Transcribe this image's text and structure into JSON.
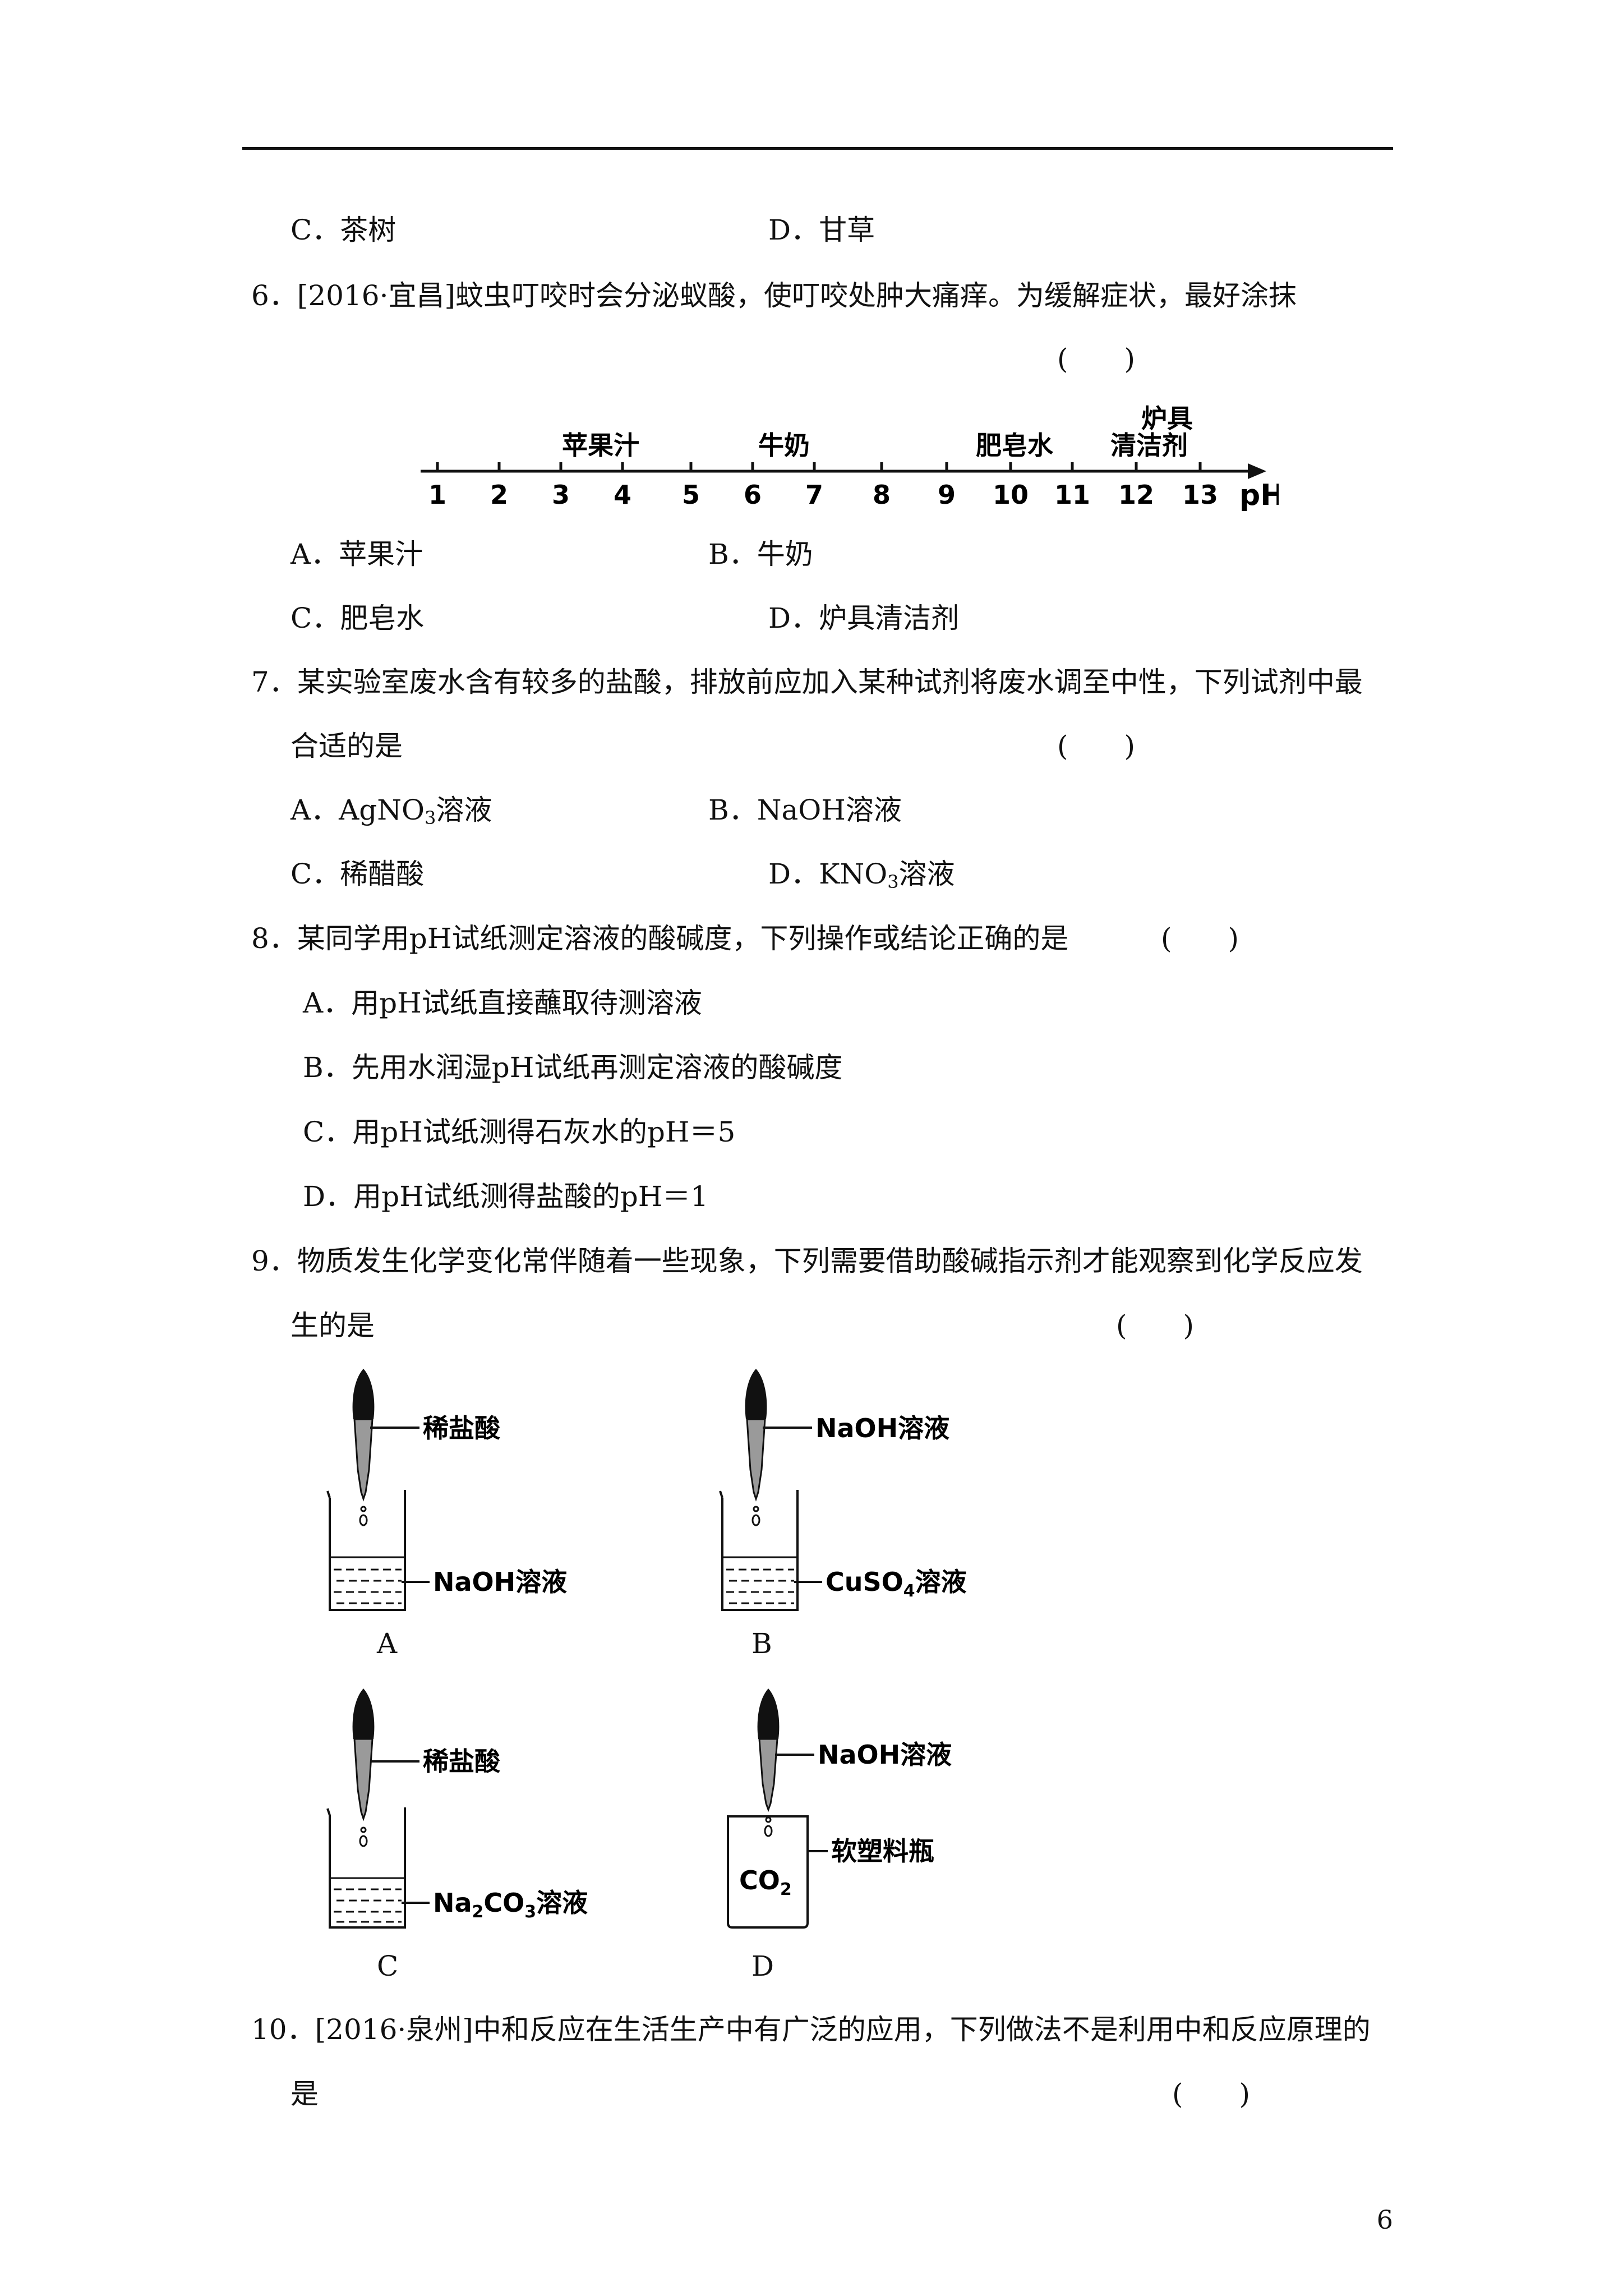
{
  "page": {
    "number": "6",
    "q5_options": {
      "c": "C．茶树",
      "d": "D．甘草"
    },
    "q6": {
      "stem": "6．[2016·宜昌]蚊虫叮咬时会分泌蚁酸，使叮咬处肿大痛痒。为缓解症状，最好涂抹",
      "paren": "(　　)",
      "ph_scale": {
        "ticks": [
          "1",
          "2",
          "3",
          "4",
          "5",
          "6",
          "7",
          "8",
          "9",
          "10",
          "11",
          "12",
          "13"
        ],
        "axis_label": "pH",
        "labels": {
          "apple": "苹果汁",
          "milk": "牛奶",
          "soap": "肥皂水",
          "cleaner_line1": "炉具",
          "cleaner_line2": "清洁剂"
        }
      },
      "options": {
        "a": "A．苹果汁",
        "b": "B．牛奶",
        "c": "C．肥皂水",
        "d": "D．炉具清洁剂"
      }
    },
    "q7": {
      "stem_line1": "7．某实验室废水含有较多的盐酸，排放前应加入某种试剂将废水调至中性，下列试剂中最",
      "stem_line2": "合适的是",
      "paren": "(　　)",
      "options": {
        "a_pre": "A．AgNO",
        "a_sub": "3",
        "a_post": "溶液",
        "b": "B．NaOH溶液",
        "c": "C．稀醋酸",
        "d_pre": "D．KNO",
        "d_sub": "3",
        "d_post": "溶液"
      }
    },
    "q8": {
      "stem": "8．某同学用pH试纸测定溶液的酸碱度，下列操作或结论正确的是",
      "paren": "(　　)",
      "options": {
        "a": "A．用pH试纸直接蘸取待测溶液",
        "b": "B．先用水润湿pH试纸再测定溶液的酸碱度",
        "c": "C．用pH试纸测得石灰水的pH＝5",
        "d": "D．用pH试纸测得盐酸的pH＝1"
      }
    },
    "q9": {
      "stem_line1": "9．物质发生化学变化常伴随着一些现象，下列需要借助酸碱指示剂才能观察到化学反应发",
      "stem_line2": "生的是",
      "paren": "(　　)",
      "figures": {
        "a": {
          "letter": "A",
          "dropper": "稀盐酸",
          "beaker": "NaOH溶液"
        },
        "b": {
          "letter": "B",
          "dropper": "NaOH溶液",
          "beaker_pre": "CuSO",
          "beaker_sub": "4",
          "beaker_post": "溶液"
        },
        "c": {
          "letter": "C",
          "dropper": "稀盐酸",
          "beaker_pre": "Na",
          "beaker_sub1": "2",
          "beaker_mid": "CO",
          "beaker_sub2": "3",
          "beaker_post": "溶液"
        },
        "d": {
          "letter": "D",
          "dropper": "NaOH溶液",
          "inside_pre": "CO",
          "inside_sub": "2",
          "container": "软塑料瓶"
        }
      }
    },
    "q10": {
      "stem_line1": "10．[2016·泉州]中和反应在生活生产中有广泛的应用，下列做法不是利用中和反应原理的",
      "stem_line2": "是",
      "paren": "(　　)"
    }
  }
}
